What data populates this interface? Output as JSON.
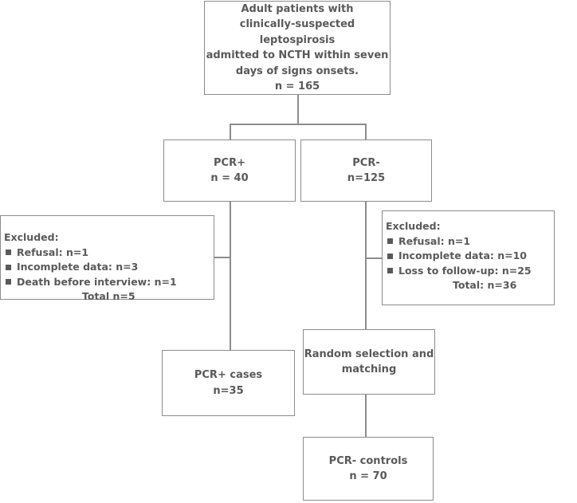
{
  "top": {
    "lines": [
      "Adult patients with",
      "clinically-suspected leptospirosis",
      "admitted to NCTH within seven",
      "days of signs onsets."
    ],
    "n": "n = 165"
  },
  "pcr_pos": {
    "title": "PCR+",
    "n": "n = 40"
  },
  "pcr_neg": {
    "title": "PCR-",
    "n": "n=125"
  },
  "excluded_left": {
    "header": "Excluded:",
    "items": [
      "Refusal: n=1",
      "Incomplete data: n=3",
      "Death before interview: n=1"
    ],
    "total": "Total n=5"
  },
  "excluded_right": {
    "header": "Excluded:",
    "items": [
      "Refusal: n=1",
      "Incomplete data: n=10",
      "Loss to follow-up: n=25"
    ],
    "total": "Total: n=36"
  },
  "random": {
    "lines": [
      "Random selection and",
      "matching"
    ]
  },
  "cases": {
    "title": "PCR+ cases",
    "n": "n=35"
  },
  "controls": {
    "title": "PCR- controls",
    "n": "n = 70"
  }
}
